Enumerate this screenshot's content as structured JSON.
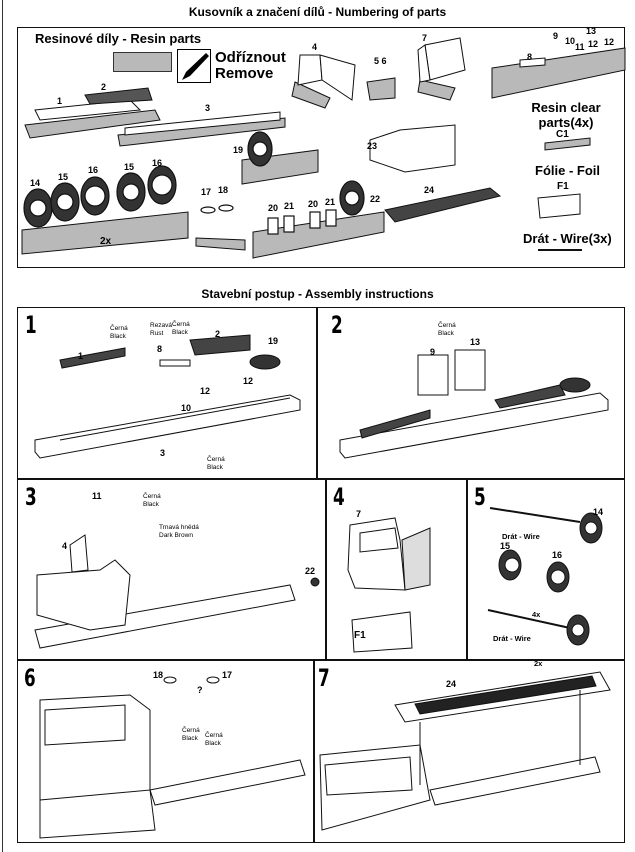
{
  "header": {
    "title": "Kusovník a značení dílů - Numbering of parts"
  },
  "parts_panel": {
    "resin_title": "Resinové díly - Resin parts",
    "remove_cz": "Odříznout",
    "remove_en": "Remove",
    "resin_clear": "Resin clear",
    "resin_clear_qty": "parts(4x)",
    "c1": "C1",
    "foil": "Fólie - Foil",
    "f1": "F1",
    "wire": "Drát - Wire(3x)",
    "wheels_qty": "2x",
    "labels": [
      "1",
      "2",
      "3",
      "4",
      "5 6",
      "7",
      "8",
      "9",
      "10",
      "11",
      "12",
      "13",
      "12",
      "14",
      "15",
      "16",
      "15",
      "16",
      "19",
      "17",
      "18",
      "20",
      "21",
      "20",
      "21",
      "22",
      "23",
      "24"
    ]
  },
  "assembly": {
    "title": "Stavební postup - Assembly instructions"
  },
  "steps": [
    {
      "num": "1",
      "notes": [
        "Černá\nBlack",
        "Rezavá\nRust",
        "Černá\nBlack",
        "Černá\nBlack"
      ],
      "labels": [
        "1",
        "8",
        "2",
        "19",
        "12",
        "12",
        "10",
        "3"
      ]
    },
    {
      "num": "2",
      "notes": [
        "Černá\nBlack"
      ],
      "labels": [
        "9",
        "13"
      ]
    },
    {
      "num": "3",
      "notes": [
        "Černá\nBlack",
        "Trnavá hnědá\nDark Brown"
      ],
      "labels": [
        "11",
        "4",
        "22"
      ]
    },
    {
      "num": "4",
      "labels": [
        "7",
        "F1"
      ]
    },
    {
      "num": "5",
      "notes": [
        "Drát - Wire",
        "Drát - Wire"
      ],
      "labels": [
        "14",
        "15",
        "16",
        "4x",
        "2x"
      ]
    },
    {
      "num": "6",
      "notes": [
        "Černá\nBlack",
        "Černá\nBlack"
      ],
      "labels": [
        "18",
        "17",
        "?"
      ]
    },
    {
      "num": "7",
      "labels": [
        "24"
      ]
    }
  ],
  "colors": {
    "resin_block": "#b9b9b9",
    "line": "#111111"
  }
}
